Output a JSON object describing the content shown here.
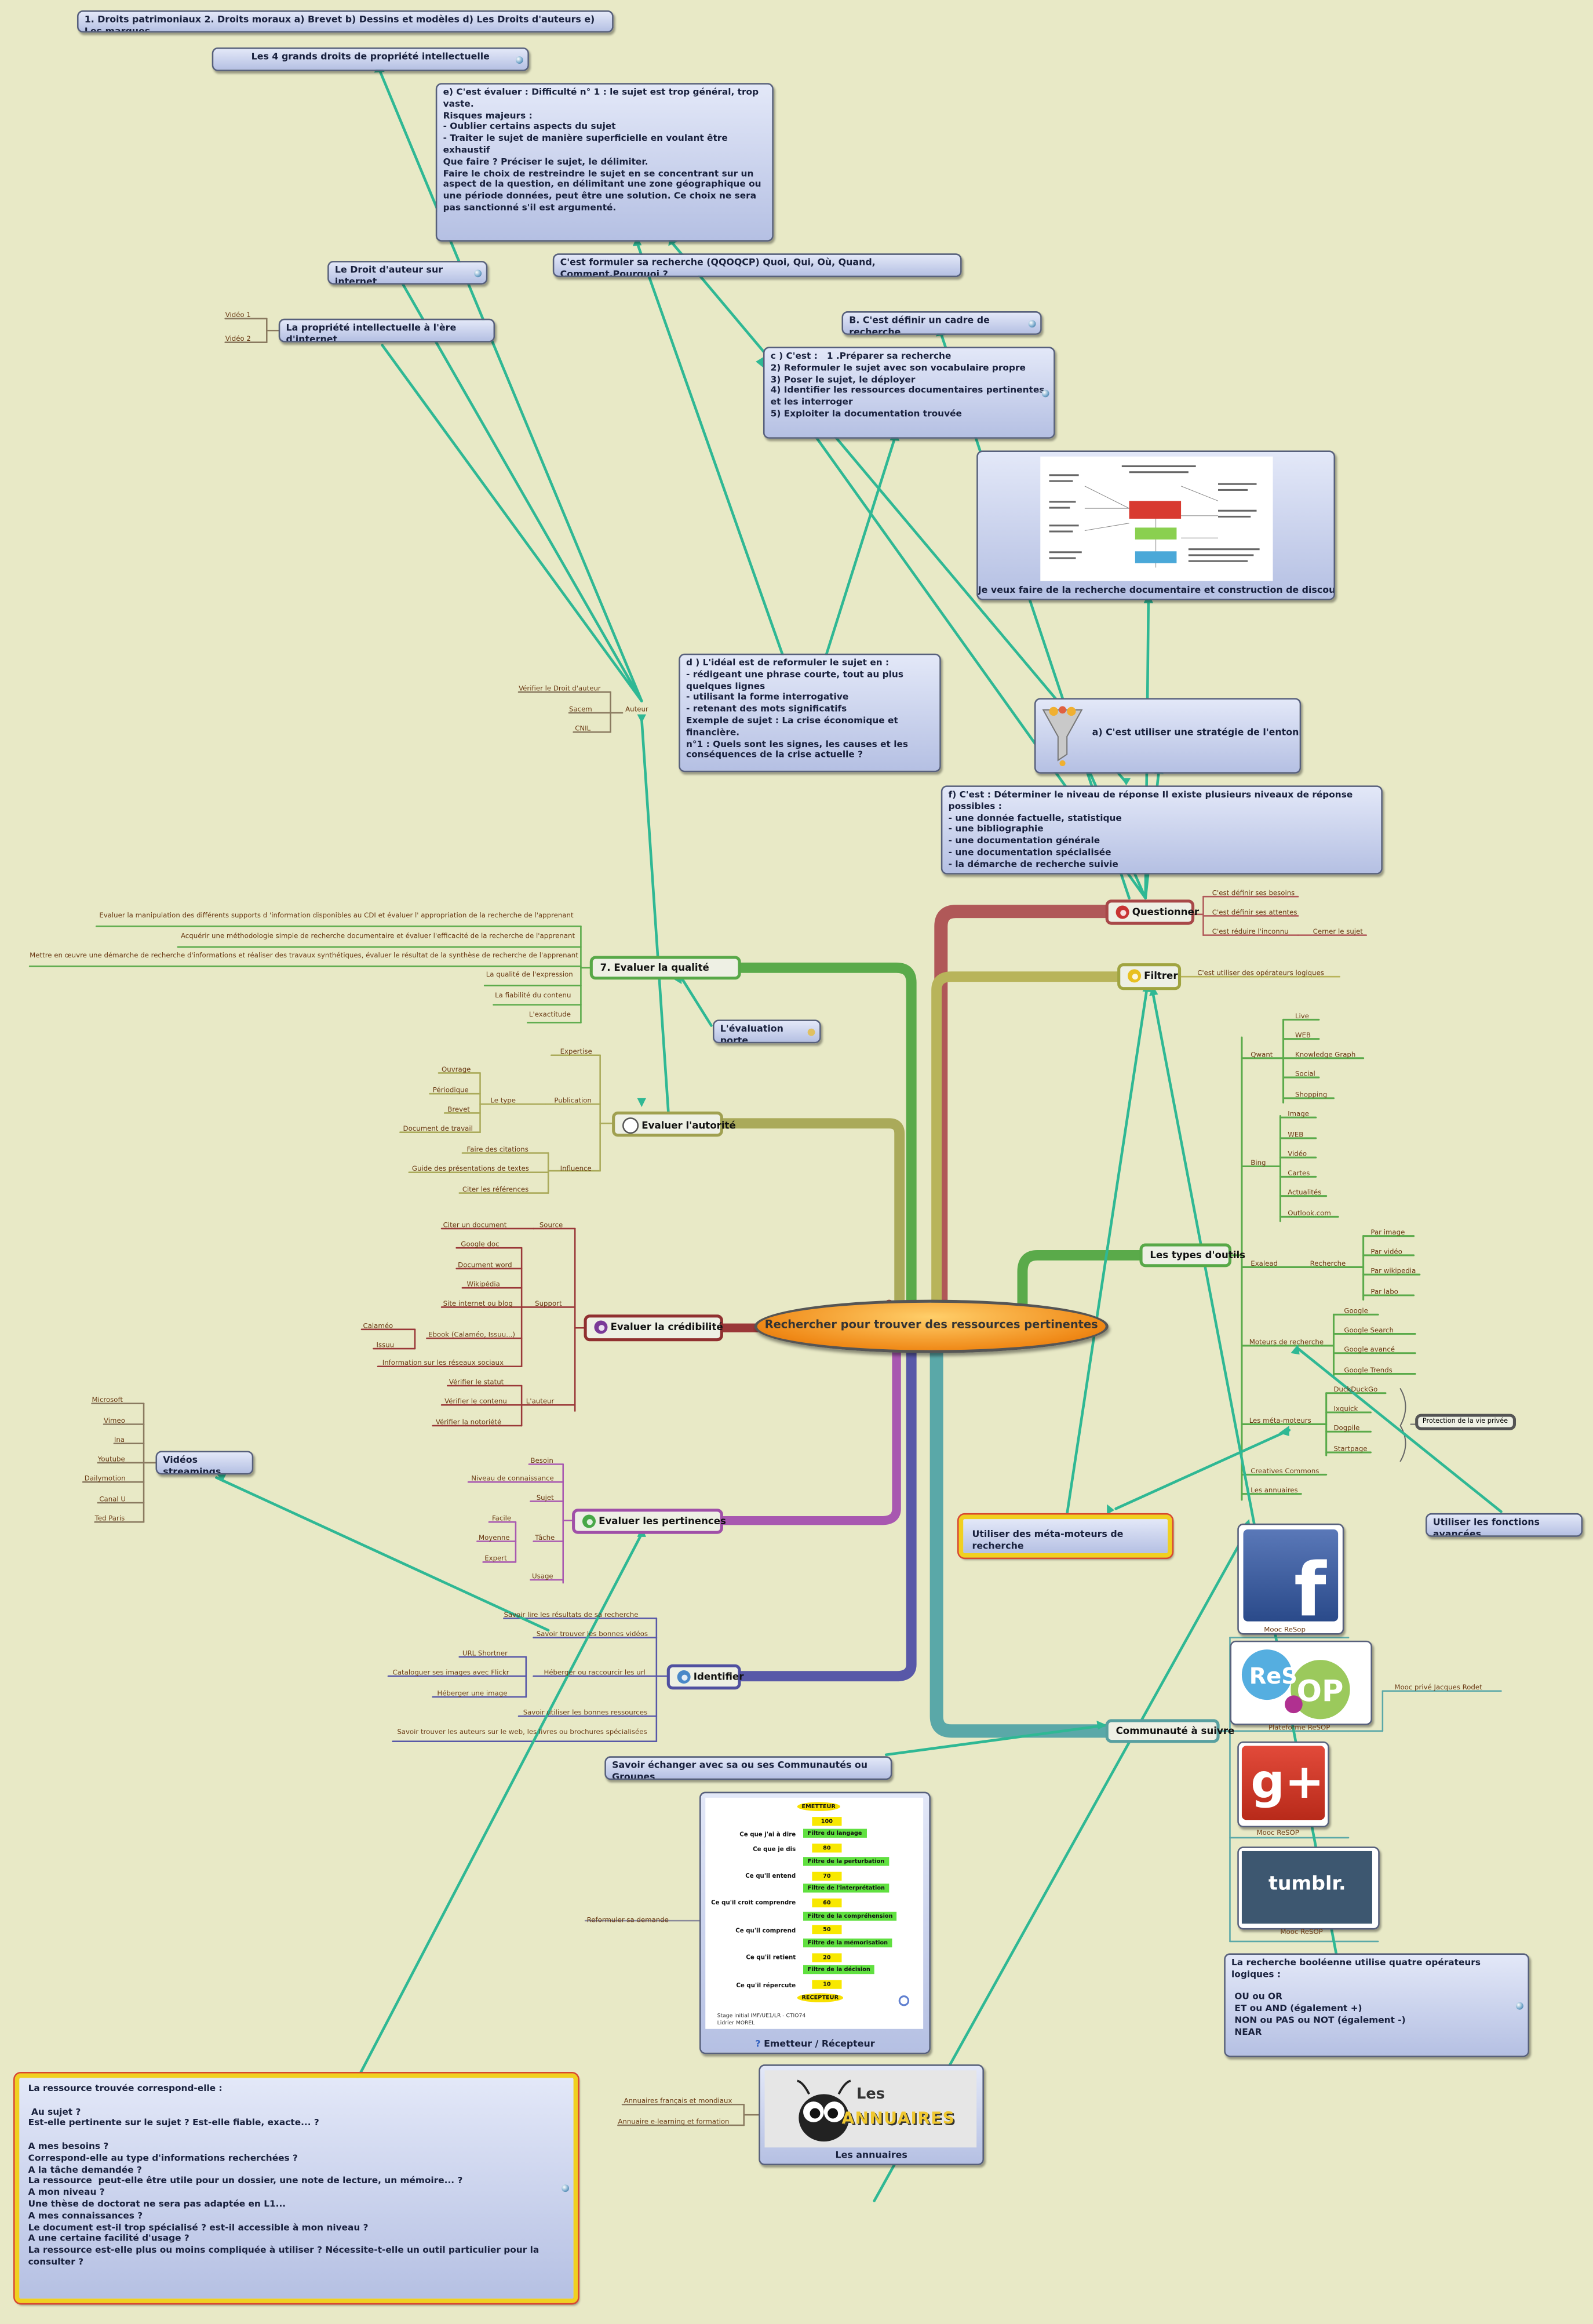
{
  "central_topic": "Rechercher pour trouver des ressources pertinentes",
  "notes": {
    "droits_patrimoniaux": "1. Droits patrimoniaux 2. Droits moraux a) Brevet b) Dessins et modèles d) Les Droits d'auteurs e) Les marques",
    "quatre_droits": "Les 4 grands droits de propriété intellectuelle",
    "evaluer_difficulte": "e) C'est évaluer : Difficulté n° 1 : le sujet est trop général, trop vaste.\nRisques majeurs :\n- Oublier certains aspects du sujet\n- Traiter le sujet de manière superficielle en voulant être exhaustif\nQue faire ? Préciser le sujet, le délimiter.\nFaire le choix de restreindre le sujet en se concentrant sur un aspect de la question, en délimitant une zone géographique ou une période données, peut être une solution. Ce choix ne sera pas sanctionné s'il est argumenté.",
    "droit_auteur_internet": "Le Droit d'auteur sur internet",
    "qqoqcp": "C'est formuler sa recherche (QQOQCP) Quoi, Qui, Où, Quand, Comment,Pourquoi ?",
    "propriete_intellectuelle": "La propriété intellectuelle à l'ère d'internet",
    "cadre_recherche": "B. C'est définir un cadre de recherche",
    "preparer": "c ) C'est :   1 .Préparer sa recherche\n2) Reformuler le sujet avec son vocabulaire propre\n3) Poser le sujet, le déployer\n4) Identifier les ressources documentaires pertinentes et les interroger\n5) Exploiter la documentation trouvée",
    "recherche_documentaire": "Je veux faire de la recherche documentaire et construction de discours",
    "ideal_reformuler": "d ) L'idéal est de reformuler le sujet en :\n- rédigeant une phrase courte, tout au plus quelques lignes\n- utilisant la forme interrogative\n- retenant des mots significatifs\nExemple de sujet : La crise économique et financière.\nn°1 : Quels sont les signes, les causes et les conséquences de la crise actuelle ?",
    "entonnoir": "a) C'est utiliser une stratégie de l'entonnoir",
    "niveaux_reponse": "f) C'est : Déterminer le niveau de réponse Il existe plusieurs niveaux de réponse possibles :\n- une donnée factuelle, statistique\n- une bibliographie\n- une documentation générale\n- une documentation spécialisée\n- la démarche de recherche suivie",
    "evaluation_porte": "L'évaluation porte",
    "videos_streamings": "Vidéos streamings",
    "meta_moteurs": "Utiliser des méta-moteurs de recherche",
    "fonctions_avancees": "Utiliser les fonctions avancées",
    "echanger": "Savoir échanger avec sa ou ses Communautés ou Groupes",
    "booleenne": "La recherche booléenne utilise quatre opérateurs logiques :\n\n OU ou OR\n ET ou AND (également +)\n NON ou PAS ou NOT (également -)\n NEAR",
    "emetteur_recepteur": "Emetteur  / Récepteur",
    "annuaires": "Les annuaires",
    "ressource_trouvee": "La ressource trouvée correspond-elle :\n\n Au sujet ?\nEst-elle pertinente sur le sujet ? Est-elle fiable, exacte... ?\n\nA mes besoins ?\nCorrespond-elle au type d'informations recherchées ?\nA la tâche demandée ?\nLa ressource  peut-elle être utile pour un dossier, une note de lecture, un mémoire... ?\nA mon niveau ?\nUne thèse de doctorat ne sera pas adaptée en L1...\nA mes connaissances ?\nLe document est-il trop spécialisé ? est-il accessible à mon niveau ?\nA une certaine facilité d'usage ?\nLa ressource est-elle plus ou moins compliquée à utiliser ? Nécessite-t-elle un outil particulier pour la consulter ?"
  },
  "branches": {
    "questionner": {
      "label": "Questionner",
      "color": "#a84848",
      "leaves": [
        "C'est définir ses besoins",
        "C'est définir ses attentes",
        "C'est réduire l'inconnu",
        "Cerner le sujet"
      ]
    },
    "filtrer": {
      "label": "Filtrer",
      "color": "#a0a440",
      "leaves": [
        "C'est utiliser des opérateurs logiques"
      ]
    },
    "types_outils": {
      "label": "Les types d'outils",
      "color": "#58a848",
      "leaves": [
        "Qwant",
        "Live",
        "WEB",
        "Knowledge Graph",
        "Social",
        "Shopping",
        "Bing",
        "Image",
        "WEB",
        "Vidéo",
        "Cartes",
        "Actualités",
        "Outlook.com",
        "Exalead",
        "Recherche",
        "Par image",
        "Par vidéo",
        "Par wikipedia",
        "Par labo",
        "Moteurs de recherche",
        "Google",
        "Google Search",
        "Google avancé",
        "Google Trends",
        "Les méta-moteurs",
        "DuckDuckGo",
        "Ixquick",
        "Dogpile",
        "Startpage",
        "Protection de la vie privée",
        "Creatives Commons",
        "Les annuaires"
      ]
    },
    "communaute": {
      "label": "Communauté à suivre",
      "color": "#58a0a0",
      "leaves": [
        "Mooc ReSop",
        "Plateforme ReSOP",
        "Mooc ReSOP",
        "Mooc ReSOP",
        "Mooc privé Jacques Rodet"
      ]
    },
    "identifier": {
      "label": "Identifier",
      "color": "#5050a0",
      "leaves": [
        "Savoir lire les résultats de sa recherche",
        "Savoir trouver les bonnes vidéos",
        "URL Shortner",
        "Cataloguer ses images avec Flickr",
        "Héberger une image",
        "Héberger ou raccourcir les url",
        "Savoir utiliser les bonnes ressources",
        "Savoir trouver les auteurs sur le web, les livres ou brochures  spécialisées",
        "Reformuler sa demande"
      ]
    },
    "pertinences": {
      "label": "Evaluer les pertinences",
      "color": "#a050a8",
      "leaves": [
        "Besoin",
        "Niveau de connaissance",
        "Sujet",
        "Facile",
        "Moyenne",
        "Expert",
        "Tâche",
        "Usage"
      ]
    },
    "credibilite": {
      "label": "Evaluer la crédibilité",
      "color": "#903030",
      "leaves": [
        "Citer un document",
        "Source",
        "Google doc",
        "Document word",
        "Wikipédia",
        "Site internet ou blog",
        "Support",
        "Ebook (Calaméo, Issuu...)",
        "Calaméo",
        "Issuu",
        "Information sur les réseaux sociaux",
        "Vérifier le statut",
        "Vérifier le contenu",
        "Vérifier la notoriété",
        "L'auteur"
      ]
    },
    "autorite": {
      "label": "Evaluer l'autorité",
      "color": "#a0a050",
      "leaves": [
        "Expertise",
        "Ouvrage",
        "Périodique",
        "Brevet",
        "Document de travail",
        "Le type",
        "Publication",
        "Faire des citations",
        "Guide des présentations de textes",
        "Citer les références",
        "Influence"
      ]
    },
    "qualite": {
      "label": "7. Evaluer la qualité",
      "color": "#58a848",
      "leaves": [
        "Evaluer la manipulation des différents supports d 'information disponibles au CDI et évaluer l' appropriation de la recherche de l'apprenant",
        "Acquérir une méthodologie simple de recherche documentaire et évaluer l'efficacité de la recherche de l'apprenant",
        "Mettre en œuvre une démarche de recherche d'informations et réaliser des travaux synthétiques, évaluer le résultat de la synthèse de recherche de l'apprenant",
        "La qualité de l'expression",
        "La fiabilité du contenu",
        "L'exactitude"
      ]
    },
    "auteur": {
      "label": "Auteur",
      "color": "#a07030",
      "leaves": [
        "Vérifier le Droit d'auteur",
        "Sacem",
        "CNIL"
      ]
    },
    "propriete": {
      "leaves": [
        "Vidéo 1",
        "Vidéo 2"
      ]
    },
    "videos": {
      "leaves": [
        "Microsoft",
        "Vimeo",
        "Ina",
        "Youtube",
        "Dailymotion",
        "Canal U",
        "Ted Paris"
      ]
    },
    "annuaires": {
      "leaves": [
        "Annuaires français et mondiaux",
        "Annuaire e-learning et formation"
      ]
    }
  },
  "images": {
    "facebook": "f",
    "tumblr": "tumblr.",
    "resop_1": "ReS",
    "resop_2": "OP",
    "gplus": "g+",
    "annuaires_logo_1": "Les",
    "annuaires_logo_2": "ANNUAIRES"
  },
  "diagram": {
    "rows": [
      {
        "left": "",
        "tag": "EMETTEUR",
        "val": ""
      },
      {
        "left": "",
        "tag": "",
        "val": "100"
      },
      {
        "left": "Ce que j'ai à dire",
        "tag": "Filtre du langage",
        "val": ""
      },
      {
        "left": "Ce que je dis",
        "tag": "",
        "val": "80"
      },
      {
        "left": "",
        "tag": "Filtre de la perturbation",
        "val": ""
      },
      {
        "left": "Ce qu'il entend",
        "tag": "",
        "val": "70"
      },
      {
        "left": "",
        "tag": "Filtre de l'interprétation",
        "val": ""
      },
      {
        "left": "Ce qu'il croit comprendre",
        "tag": "",
        "val": "60"
      },
      {
        "left": "",
        "tag": "Filtre de la compréhension",
        "val": ""
      },
      {
        "left": "Ce qu'il comprend",
        "tag": "",
        "val": "50"
      },
      {
        "left": "",
        "tag": "Filtre de la mémorisation",
        "val": ""
      },
      {
        "left": "Ce qu'il retient",
        "tag": "",
        "val": "20"
      },
      {
        "left": "",
        "tag": "Filtre de la décision",
        "val": ""
      },
      {
        "left": "Ce qu'il répercute",
        "tag": "",
        "val": "10"
      },
      {
        "left": "",
        "tag": "RECEPTEUR",
        "val": ""
      }
    ],
    "credit": "Stage initial IMF/UE1/LR - CTIO74\nLidrier MOREL"
  },
  "colors": {
    "background": "#e8e9c6",
    "link": "#2fb894",
    "box": "#c6cfed",
    "central": "#f3961e"
  }
}
